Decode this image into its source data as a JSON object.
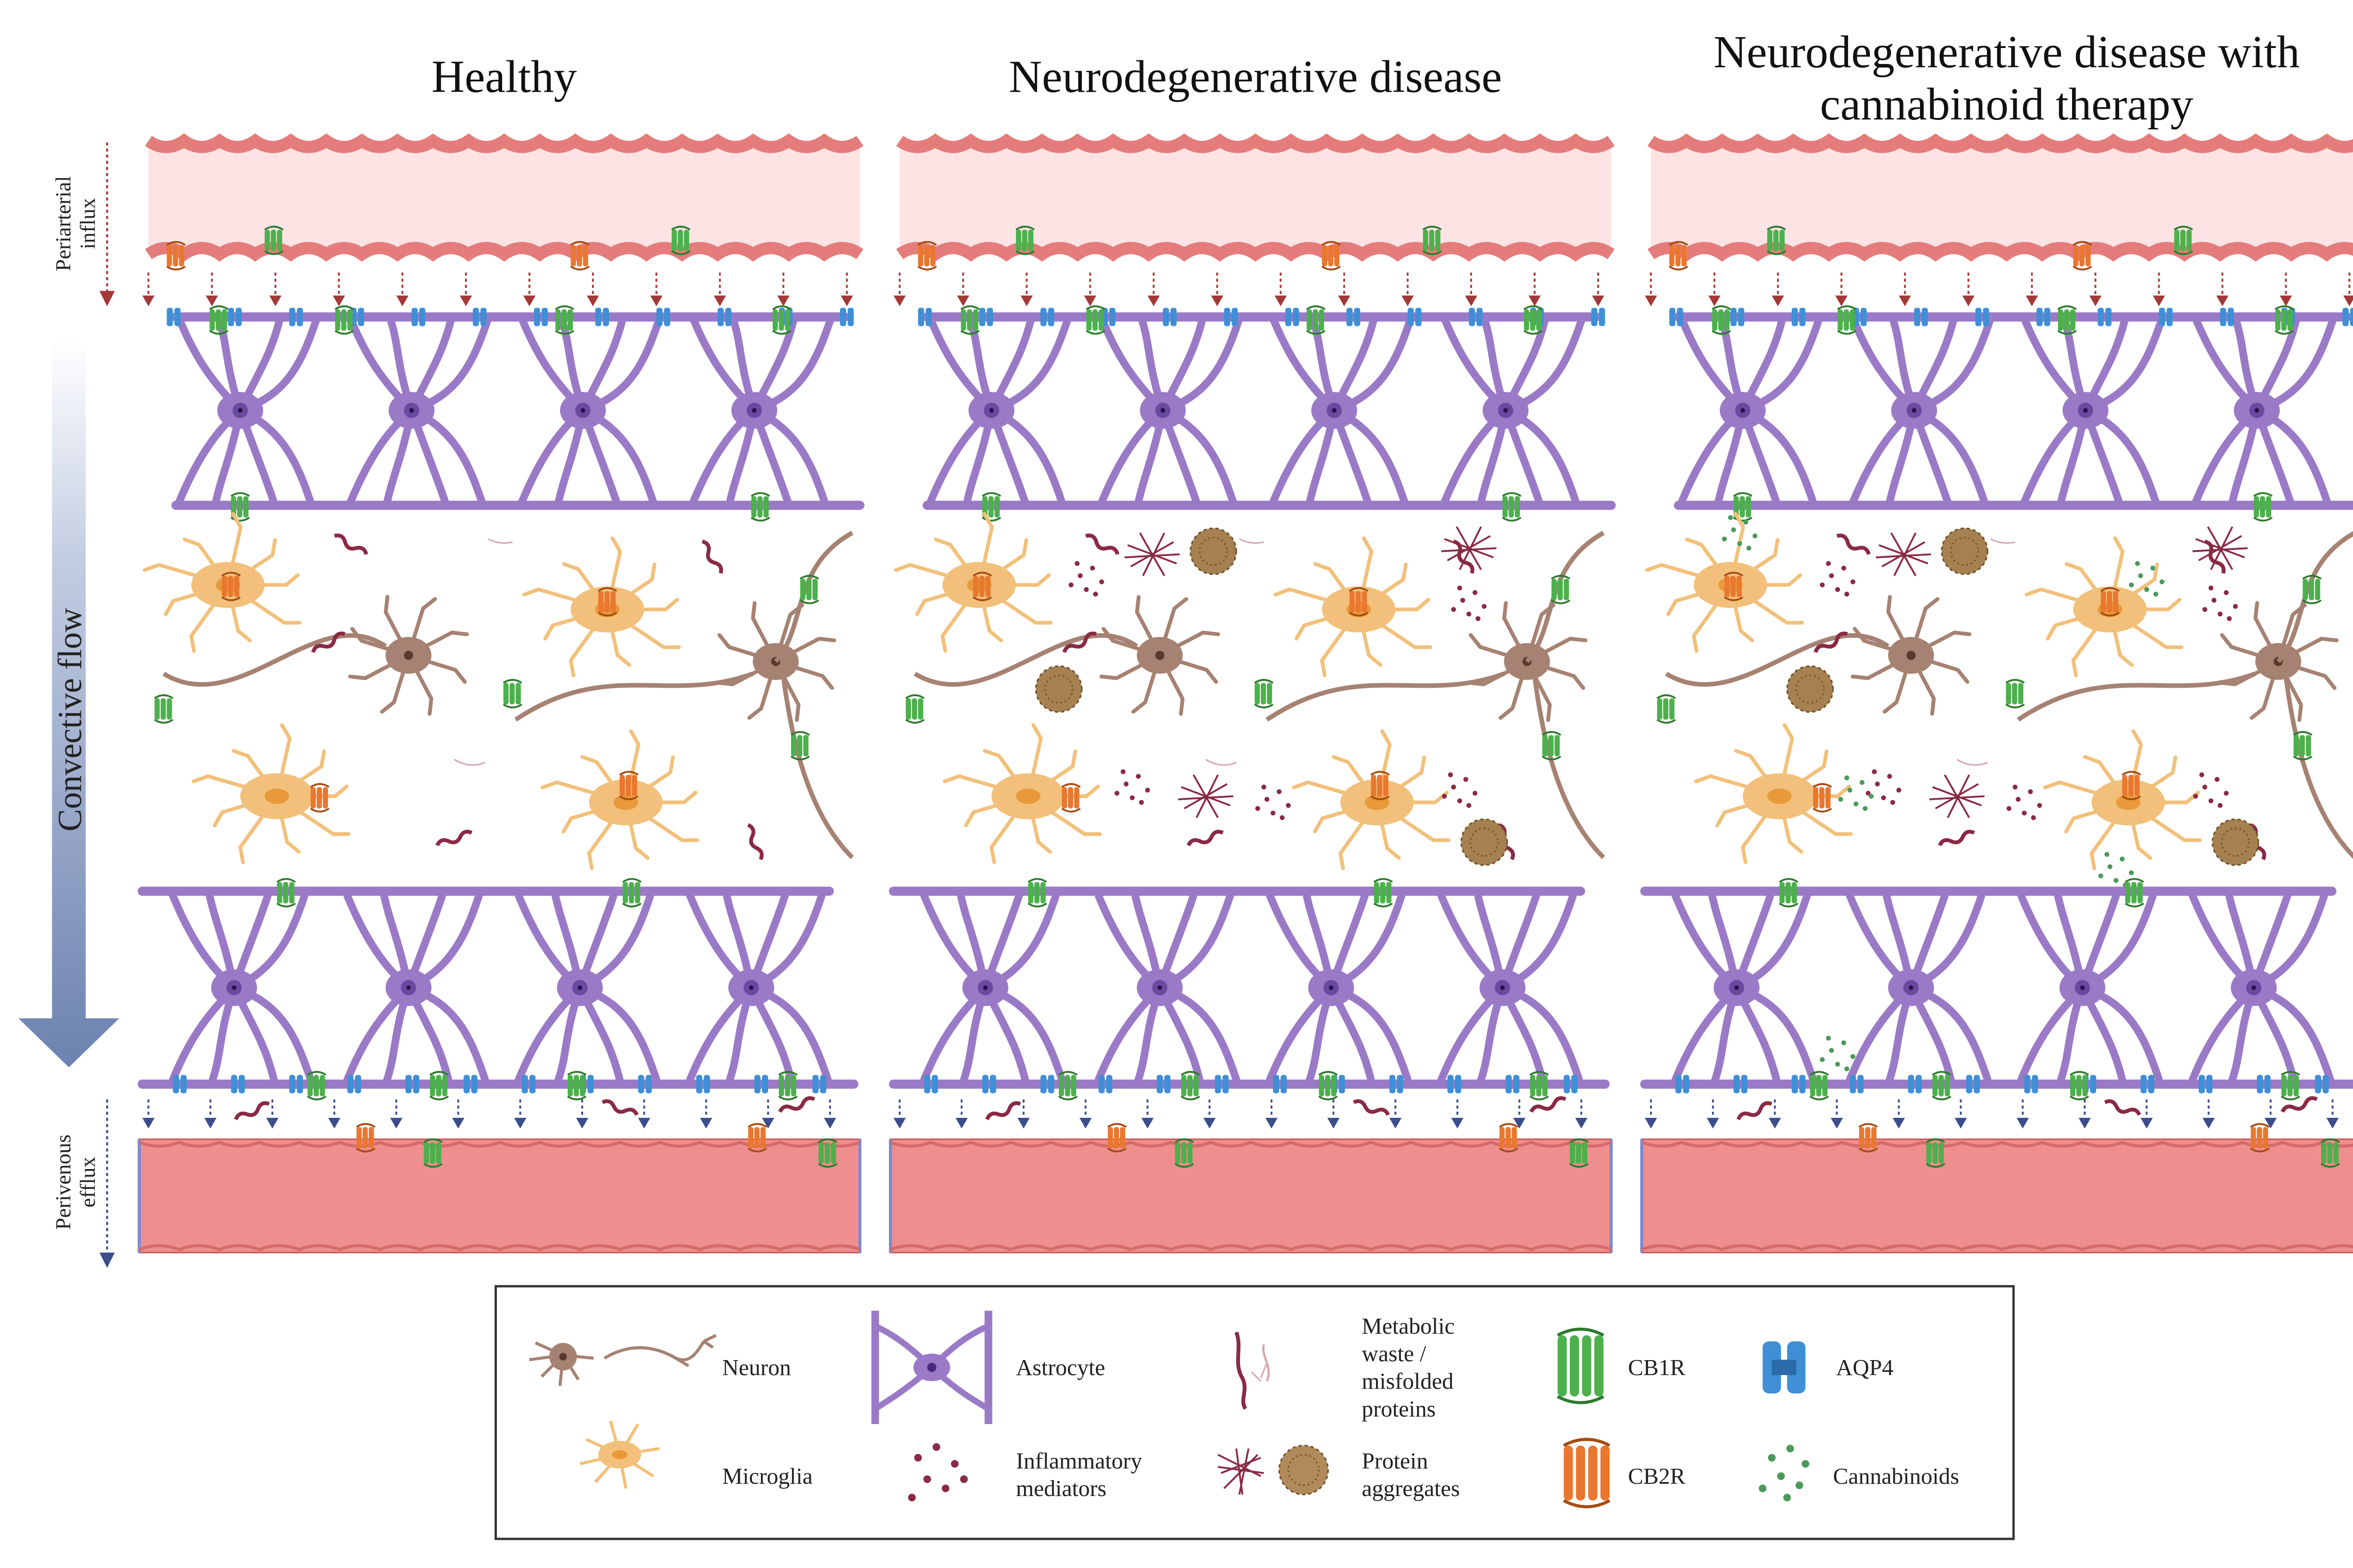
{
  "panels": [
    {
      "title_lines": [
        "Healthy"
      ],
      "aggregates": false,
      "cannabinoids": false
    },
    {
      "title_lines": [
        "Neurodegenerative disease"
      ],
      "aggregates": true,
      "cannabinoids": false
    },
    {
      "title_lines": [
        "Neurodegenerative disease with",
        "cannabinoid therapy"
      ],
      "aggregates": true,
      "cannabinoids": true
    }
  ],
  "side_labels": {
    "influx": [
      "Periarterial",
      "influx"
    ],
    "convective": "Convective flow",
    "efflux": [
      "Perivenous",
      "efflux"
    ]
  },
  "legend": {
    "neuron": "Neuron",
    "microglia": "Microglia",
    "astrocyte": "Astrocyte",
    "inflammatory": [
      "Inflammatory",
      "mediators"
    ],
    "waste": [
      "Metabolic",
      "waste /",
      "misfolded",
      "proteins"
    ],
    "aggregates": [
      "Protein",
      "aggregates"
    ],
    "cb1r": "CB1R",
    "cb2r": "CB2R",
    "aqp4": "AQP4",
    "cannabinoids": "Cannabinoids"
  },
  "colors": {
    "artery": "#e57c7c",
    "artery_lumen": "#fde3e3",
    "vein": "#ef8e8e",
    "astrocyte": "#9a7ac7",
    "astrocyte_nucleus": "#6a4aa0",
    "neuron": "#a68272",
    "microglia": "#f2c07a",
    "cb1r": "#4cb04c",
    "cb2r": "#e9772f",
    "aqp4": "#3f8fd6",
    "arrow_red": "#a33838",
    "arrow_blue": "#3a4d8c",
    "waste": "#8a2a44",
    "aggregate": "#a58050",
    "cannabinoid": "#4b9a5a"
  }
}
